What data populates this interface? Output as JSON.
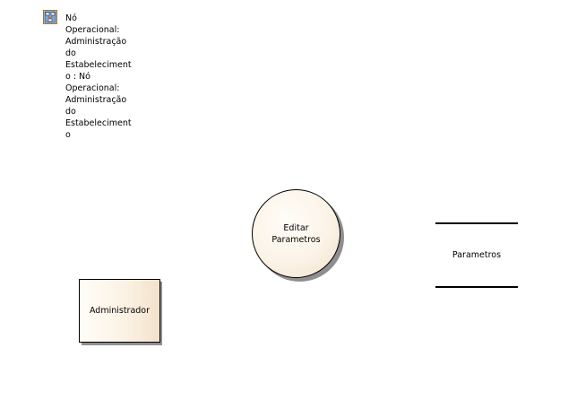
{
  "node": {
    "icon": "node-diagram-icon",
    "label": "Nó\nOperacional:\nAdministração\ndo\nEstabeleciment\no : Nó\nOperacional:\nAdministração\ndo\nEstabeleciment\no"
  },
  "process": {
    "label": "Editar\nParametros"
  },
  "external_entity": {
    "label": "Administrador"
  },
  "data_store": {
    "label": "Parametros"
  },
  "colors": {
    "shape_fill_light": "#fffdf8",
    "shape_fill_dark": "#f1e0c9",
    "shadow": "#8f8f8f",
    "stroke": "#000000"
  }
}
